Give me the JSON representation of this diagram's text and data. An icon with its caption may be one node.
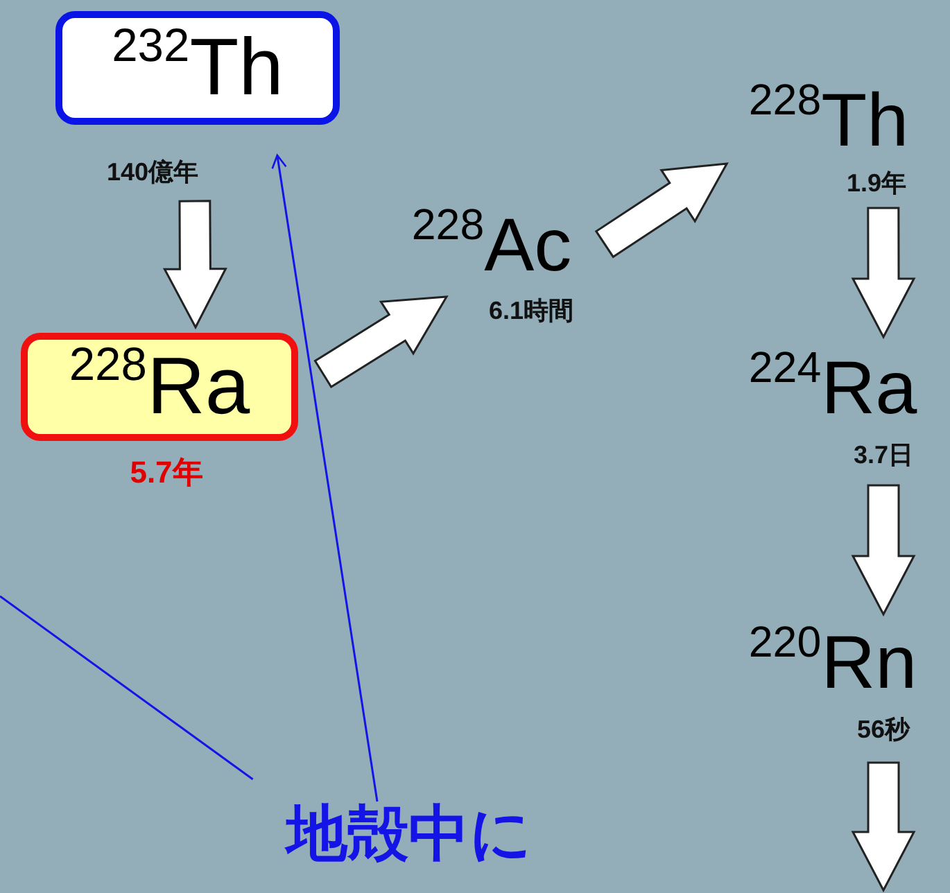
{
  "diagram": {
    "nodes": [
      {
        "text": [
          "$^{232}$Th"
        ],
        "beside": [
          "140億年"
        ]
      },
      {
        "text": [
          "$^{228}$Ra"
        ],
        "beside": [
          "5.7年"
        ]
      },
      {
        "text": [
          "$^{228}$Ac"
        ],
        "beside": [
          "6.1時間"
        ]
      },
      {
        "text": [
          "$^{228}$Th"
        ],
        "beside": [
          "1.9年"
        ]
      },
      {
        "text": [
          "$^{224}$Ra"
        ],
        "beside": [
          "3.7日"
        ]
      },
      {
        "text": [
          "$^{220}$Rn"
        ],
        "beside": [
          "56秒"
        ]
      },
      {
        "text": [
          "地殻中に"
        ]
      }
    ],
    "edges": [
      {
        "from": 0,
        "to": 1,
        "arrow": "to"
      },
      {
        "from": 1,
        "to": 2,
        "arrow": "to"
      },
      {
        "from": 2,
        "to": 3,
        "arrow": "to"
      },
      {
        "from": 3,
        "to": 4,
        "arrow": "to"
      },
      {
        "from": 4,
        "to": 5,
        "arrow": "to"
      },
      {
        "from": 5,
        "to": null,
        "arrow": "to"
      },
      {
        "from": 6,
        "to": 0,
        "arrow": "to",
        "color": "#1414e6"
      },
      {
        "from": 6,
        "to": null,
        "arrow": "none",
        "color": "#1414e6"
      }
    ]
  }
}
